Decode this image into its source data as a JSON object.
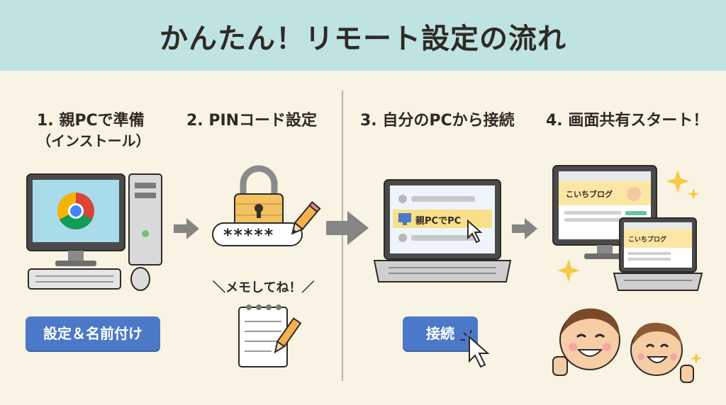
{
  "title": "かんたん！リモート設定の流れ",
  "steps": [
    {
      "title": "1. 親PCで準備",
      "subtitle": "（インストール）",
      "button": "設定＆名前付け"
    },
    {
      "title": "2. PINコード設定",
      "pin": "*****",
      "note": "＼メモしてね！／"
    },
    {
      "title": "3. 自分のPCから接続",
      "list_item": "親PCでPC",
      "button": "接続"
    },
    {
      "title": "4. 画面共有スタート！",
      "blog_title": "こいちブログ"
    }
  ],
  "colors": {
    "header_bg": "#bfe3e1",
    "page_bg": "#f8f3e2",
    "button": "#4c79c7",
    "arrow": "#858585",
    "highlight": "#f8e08a"
  }
}
